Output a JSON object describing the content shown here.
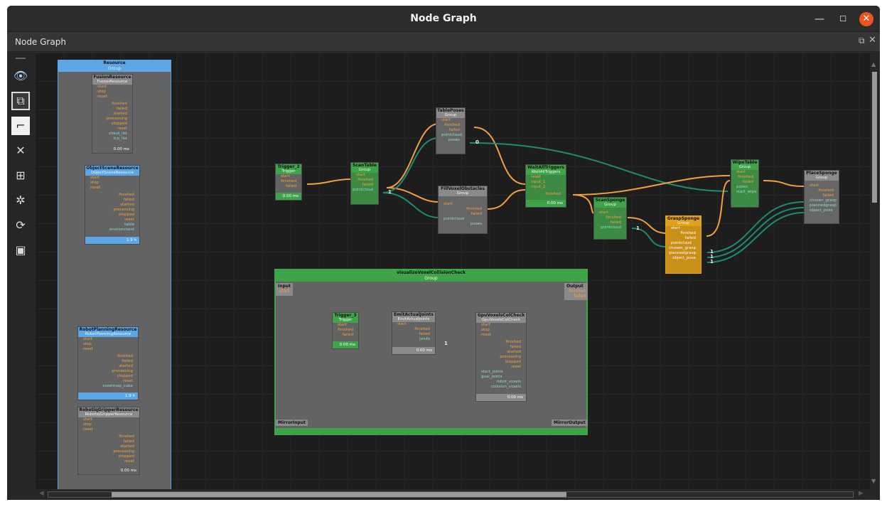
{
  "window": {
    "title": "Node Graph"
  },
  "panel": {
    "title": "Node Graph"
  },
  "toolbar": {
    "icons": [
      "eye-icon",
      "frame-icon",
      "connect-icon",
      "collapse-icon",
      "layout-icon",
      "explode-icon",
      "refresh-icon",
      "screenshot-icon"
    ]
  },
  "nodes": {
    "resource_group": {
      "title": "Resource",
      "subtitle": "Group"
    },
    "fusion": {
      "title": "FusionResource",
      "subtitle": "FusionResource",
      "inputs": [
        "start",
        "stop",
        "reset"
      ],
      "outputs": [
        "finished",
        "failed",
        "started",
        "processing",
        "stopped",
        "reset",
        "cloud_list",
        "tcp_list"
      ],
      "time": "0.00 ms"
    },
    "object_scene": {
      "title": "ObjectSceneResource",
      "subtitle": "ObjectSceneResource",
      "inputs": [
        "start",
        "stop",
        "reset"
      ],
      "outputs": [
        "finished",
        "failed",
        "started",
        "processing",
        "stopped",
        "reset",
        "table",
        "environment"
      ],
      "time": "1.9 h"
    },
    "robot_planning": {
      "title": "RobotPlanningResource",
      "subtitle": "RobotPlanningResource",
      "inputs": [
        "start",
        "stop",
        "reset"
      ],
      "outputs": [
        "finished",
        "failed",
        "started",
        "processing",
        "stopped",
        "reset",
        "voxelmap_cube"
      ],
      "time": "1.9 h"
    },
    "robotiq": {
      "title": "RobotiqGripperResource",
      "subtitle": "RobotiqGripperResource",
      "inputs": [
        "start",
        "stop",
        "reset"
      ],
      "outputs": [
        "finished",
        "failed",
        "started",
        "processing",
        "stopped",
        "reset"
      ],
      "time": "0.00 ms"
    },
    "trigger2": {
      "title": "Trigger_2",
      "subtitle": "Trigger",
      "inputs": [
        "start"
      ],
      "outputs": [
        "finished",
        "failed"
      ],
      "time": "0.00 ms"
    },
    "scan_table": {
      "title": "ScanTable",
      "subtitle": "Group",
      "inputs": [
        "start"
      ],
      "outputs": [
        "finished",
        "failed",
        "pointcloud"
      ]
    },
    "table_poses": {
      "title": "TablePoses",
      "subtitle": "Group",
      "inputs": [
        "start",
        "pointcloud"
      ],
      "outputs": [
        "finished",
        "failed",
        "poses"
      ]
    },
    "fill_voxel": {
      "title": "FillVoxelObstacles",
      "subtitle": "Group",
      "inputs": [
        "start",
        "pointcloud"
      ],
      "outputs": [
        "finished",
        "failed",
        "poses"
      ]
    },
    "wait_all": {
      "title": "WaitAllTriggers",
      "subtitle": "WaitAllTriggers",
      "inputs": [
        "reset",
        "input_1",
        "input_2"
      ],
      "outputs": [
        "finished"
      ],
      "time": "0.00 ms"
    },
    "scan_sponge": {
      "title": "ScanSponge",
      "subtitle": "Group",
      "inputs": [
        "start"
      ],
      "outputs": [
        "finished",
        "failed",
        "pointcloud"
      ]
    },
    "grasp_sponge": {
      "title": "GraspSponge",
      "subtitle": "Group",
      "inputs": [
        "start",
        "pointcloud"
      ],
      "outputs": [
        "finished",
        "failed",
        "chosen_grasp",
        "plannedgrasp",
        "object_pose"
      ]
    },
    "wipe_table": {
      "title": "WipeTable",
      "subtitle": "Group",
      "inputs": [
        "start",
        "poses",
        "start_wipe"
      ],
      "outputs": [
        "finished",
        "failed"
      ]
    },
    "place_sponge": {
      "title": "PlaceSponge",
      "subtitle": "Group",
      "inputs": [
        "start",
        "chosen_grasp",
        "plannedgrasp",
        "object_pose"
      ],
      "outputs": [
        "finished",
        "failed"
      ]
    },
    "visualize": {
      "title": "visualizeVoxelCollisionCheck",
      "subtitle": "Group",
      "input_label": "Input",
      "input_port": "start",
      "output_label": "Output",
      "output_ports": [
        "finished",
        "failed"
      ],
      "mirror_in": "MirrorInput",
      "mirror_out": "MirrorOutput"
    },
    "trigger3": {
      "title": "Trigger_3",
      "subtitle": "Trigger",
      "inputs": [
        "start"
      ],
      "outputs": [
        "finished",
        "failed"
      ],
      "time": "0.00 ms"
    },
    "emit_joints": {
      "title": "EmitActualJoints",
      "subtitle": "EmitActualJoints",
      "inputs": [
        "start"
      ],
      "outputs": [
        "finished",
        "failed",
        "joints"
      ],
      "time": "0.00 ms"
    },
    "gpu_voxels": {
      "title": "GpuVoxelsColCheck",
      "subtitle": "GpuVoxelsColCheck",
      "inputs": [
        "start",
        "stop",
        "reset"
      ],
      "outputs": [
        "finished",
        "failed",
        "started",
        "processing",
        "stopped",
        "reset"
      ],
      "inputs2": [
        "start_joints",
        "goal_joints"
      ],
      "outputs2": [
        "robot_voxels",
        "collision_voxels"
      ],
      "time": "0.00 ms"
    }
  },
  "edge_counts": [
    "0",
    "1",
    "1",
    "1",
    "1",
    "1",
    "1"
  ],
  "colors": {
    "group_green": "#3fa449",
    "resource_blue": "#5aa6e6",
    "grasp_orange": "#e1a21a",
    "edge_orange": "#f0a040",
    "edge_teal": "#1f8a70"
  }
}
